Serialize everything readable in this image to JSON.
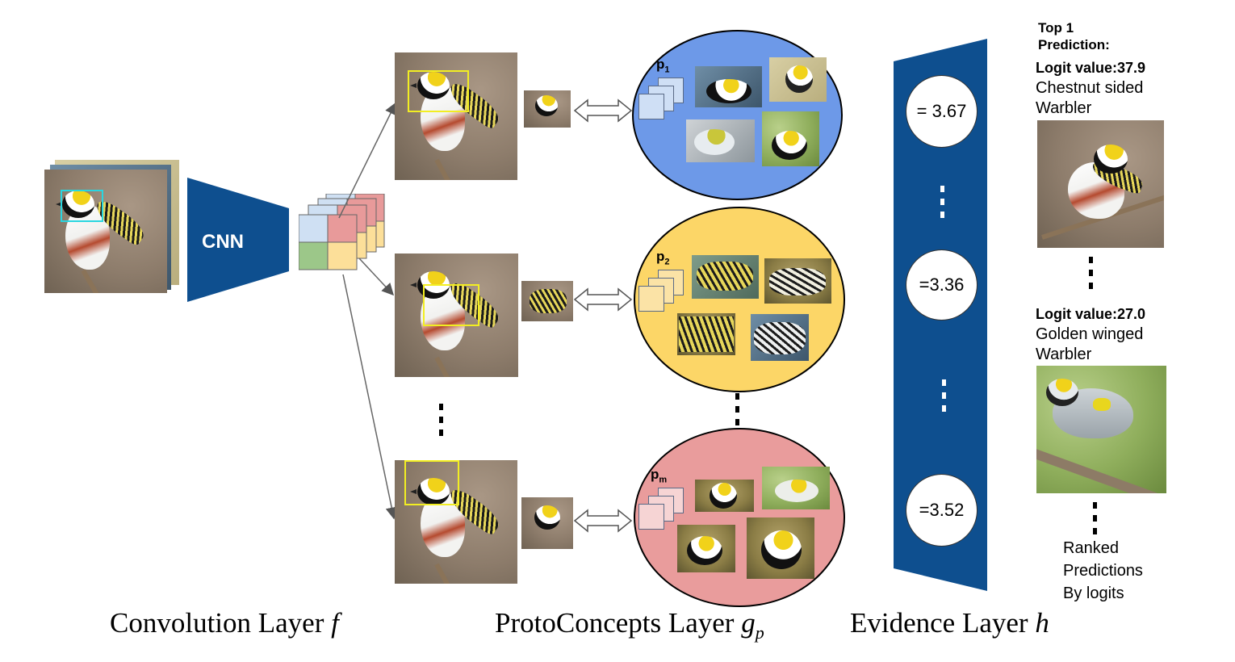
{
  "diagram": {
    "cnn_label": "CNN",
    "prototypes": [
      {
        "label": "p",
        "sub": "1",
        "color": "#6d99e8",
        "stack_color": "#cfdff5"
      },
      {
        "label": "p",
        "sub": "2",
        "color": "#fcd667",
        "stack_color": "#fbe3a6"
      },
      {
        "label": "p",
        "sub": "m",
        "color": "#e99c9c",
        "stack_color": "#f6d4d4"
      }
    ],
    "feature_map_colors": {
      "blue": "#cfe0f3",
      "red": "#e89a9a",
      "green": "#9cc789",
      "yellow": "#fcdf99"
    },
    "evidence_layer_color": "#0e4f8f",
    "evidence_values": [
      "= 3.67",
      "=3.36",
      "=3.52"
    ],
    "right_panel": {
      "top_title": "Top 1\nPrediction:",
      "pred1_logit": "Logit value:37.9",
      "pred1_name_line1": "Chestnut sided",
      "pred1_name_line2": "Warbler",
      "pred2_logit": "Logit value:27.0",
      "pred2_name_line1": "Golden winged",
      "pred2_name_line2": "Warbler",
      "ranked_line1": "Ranked",
      "ranked_line2": "Predictions",
      "ranked_line3": "By logits"
    },
    "captions": {
      "conv": "Convolution Layer",
      "conv_sym": "f",
      "proto": "ProtoConcepts Layer",
      "proto_sym": "g",
      "proto_sub": "p",
      "evidence": "Evidence Layer",
      "evidence_sym": "h"
    }
  }
}
